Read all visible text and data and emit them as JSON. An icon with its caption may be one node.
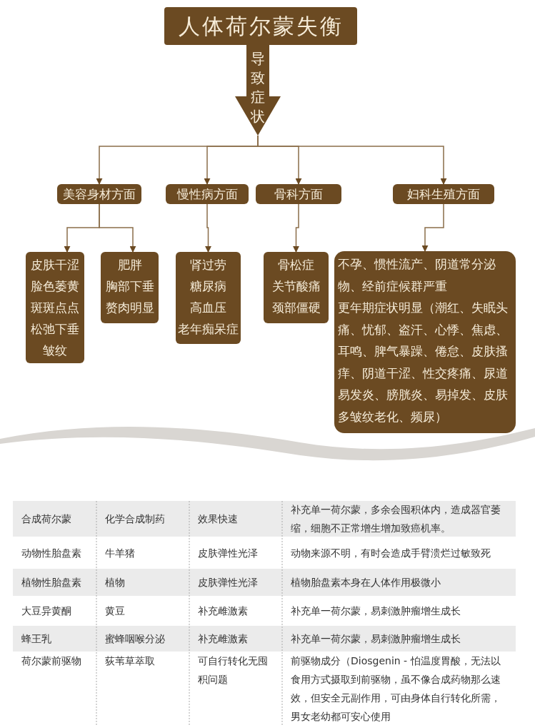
{
  "diagram": {
    "nodes": [
      {
        "text": [
          "人体荷尔蒙失衡"
        ]
      },
      {
        "text": [
          "导致症状"
        ]
      },
      {
        "text": [
          "美容身材方面"
        ]
      },
      {
        "text": [
          "慢性病方面"
        ]
      },
      {
        "text": [
          "骨科方面"
        ]
      },
      {
        "text": [
          "妇科生殖方面"
        ]
      },
      {
        "text": [
          "皮肤干涩",
          "脸色萎黄",
          "斑斑点点",
          "松弛下垂",
          "皱纹"
        ]
      },
      {
        "text": [
          "肥胖",
          "胸部下垂",
          "赘肉明显"
        ]
      },
      {
        "text": [
          "肾过劳",
          "糖尿病",
          "高血压",
          "老年痴呆症"
        ]
      },
      {
        "text": [
          "骨松症",
          "关节酸痛",
          "颈部僵硬"
        ]
      },
      {
        "text": [
          "不孕、惯性流产、阴道常分泌物、经前症候群严重",
          "更年期症状明显（潮红、失眠头痛、忧郁、盗汗、心悸、焦虑、耳鸣、脾气暴躁、倦怠、皮肤搔痒、阴道干涩、性交疼痛、尿道易发炎、膀胱炎、易掉发、皮肤多皱纹老化、频尿）"
        ]
      }
    ],
    "edges": [
      {
        "from": 1,
        "to": 2,
        "arrow": "to"
      },
      {
        "from": 1,
        "to": 3,
        "arrow": "to"
      },
      {
        "from": 1,
        "to": 4,
        "arrow": "to"
      },
      {
        "from": 1,
        "to": 5,
        "arrow": "to"
      },
      {
        "from": 2,
        "to": 6,
        "arrow": "to"
      },
      {
        "from": 2,
        "to": 7,
        "arrow": "to"
      },
      {
        "from": 3,
        "to": 8,
        "arrow": "to"
      },
      {
        "from": 4,
        "to": 9,
        "arrow": "to"
      },
      {
        "from": 5,
        "to": 10,
        "arrow": "to"
      }
    ],
    "labels": [
      "合成荷尔蒙",
      "化学合成制药",
      "效果快速",
      "补充单一荷尔蒙，多余会囤积体内，造成器官萎缩，细胞不正常增生增加致癌机率。",
      "动物性胎盘素",
      "牛羊猪",
      "皮肤弹性光泽",
      "动物来源不明，有时会造成手臂溃烂过敏致死",
      "植物性胎盘素",
      "植物",
      "皮肤弹性光泽",
      "植物胎盘素本身在人体作用极微小",
      "大豆异黄酮",
      "黄豆",
      "补充雌激素",
      "补充单一荷尔蒙，易刺激肿瘤增生成长",
      "蜂王乳",
      "蜜蜂咽喉分泌",
      "补充雌激素",
      "补充单一荷尔蒙，易刺激肿瘤增生成长",
      "荷尔蒙前驱物",
      "荻苇草萃取",
      "可自行转化无囤积问题",
      "前驱物成分（Diosgenin - 怕温度胃酸，无法以食用方式摄取到前驱物，虽不像合成药物那么速效，但安全元副作用，可由身体自行转化所需，男女老幼都可安心使用"
    ]
  }
}
